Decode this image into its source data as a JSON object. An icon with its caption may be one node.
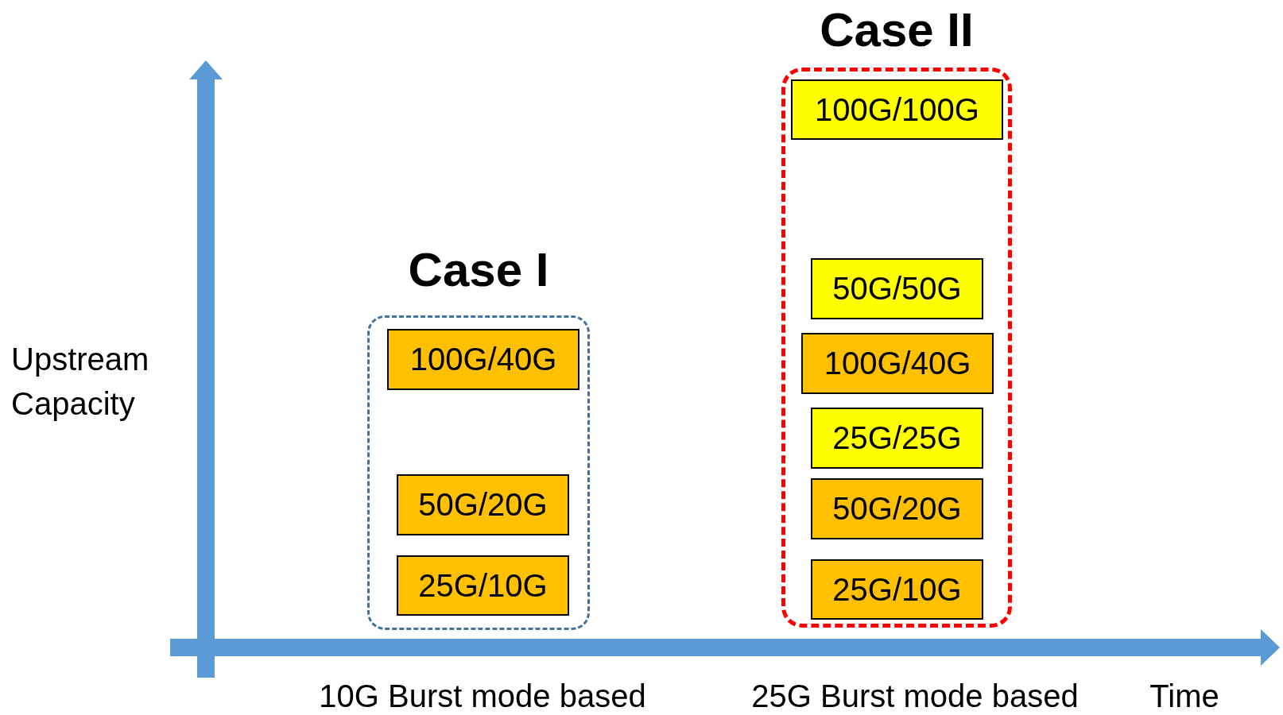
{
  "diagram": {
    "nodes": [
      {
        "text": [
          "Case I"
        ]
      },
      {
        "text": [
          "100G/40G"
        ],
        "in": 0
      },
      {
        "text": [
          "50G/20G"
        ],
        "in": 0
      },
      {
        "text": [
          "25G/10G"
        ],
        "in": 0
      },
      {
        "text": [
          "Case II"
        ]
      },
      {
        "text": [
          "100G/100G"
        ],
        "in": 4
      },
      {
        "text": [
          "50G/50G"
        ],
        "in": 4
      },
      {
        "text": [
          "100G/40G"
        ],
        "in": 4
      },
      {
        "text": [
          "25G/25G"
        ],
        "in": 4
      },
      {
        "text": [
          "50G/20G"
        ],
        "in": 4
      },
      {
        "text": [
          "25G/10G"
        ],
        "in": 4
      }
    ],
    "edges": [],
    "labels": [
      "Upstream Capacity",
      "10G Burst mode based",
      "25G Burst mode based",
      "Time"
    ]
  }
}
